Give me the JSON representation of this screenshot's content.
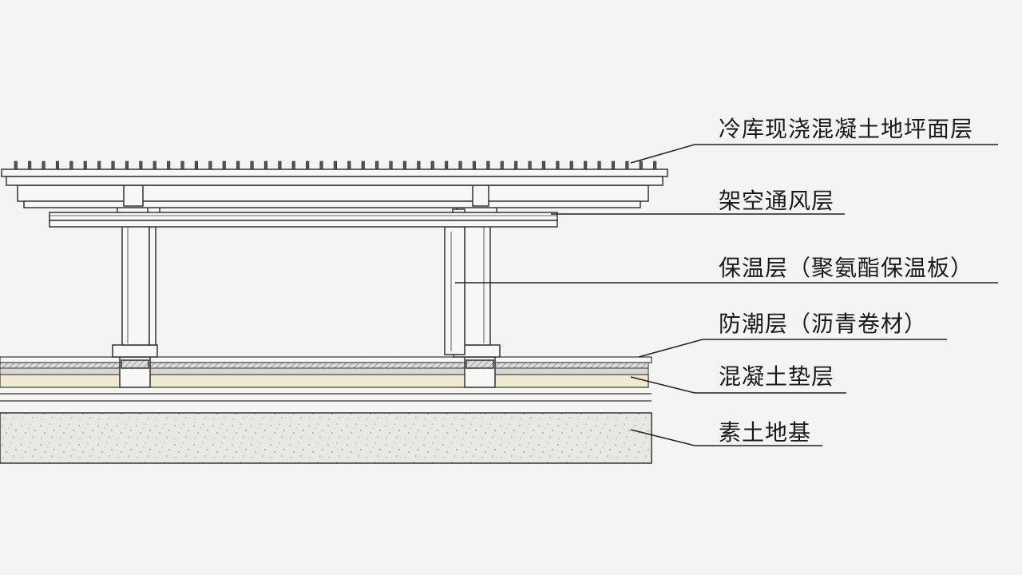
{
  "labels": {
    "floor_surface": "冷库现浇混凝土地坪面层",
    "ventilation": "架空通风层",
    "insulation": "保温层（聚氨酯保温板）",
    "moisture_barrier": "防潮层（沥青卷材）",
    "concrete_cushion": "混凝土垫层",
    "subgrade": "素土地基"
  },
  "colors": {
    "background": "#f4f4f2",
    "line": "#333333",
    "cushion_fill": "#f1ead2",
    "soil_fill": "#e6e6e3",
    "member_fill": "#f7f7f5"
  }
}
